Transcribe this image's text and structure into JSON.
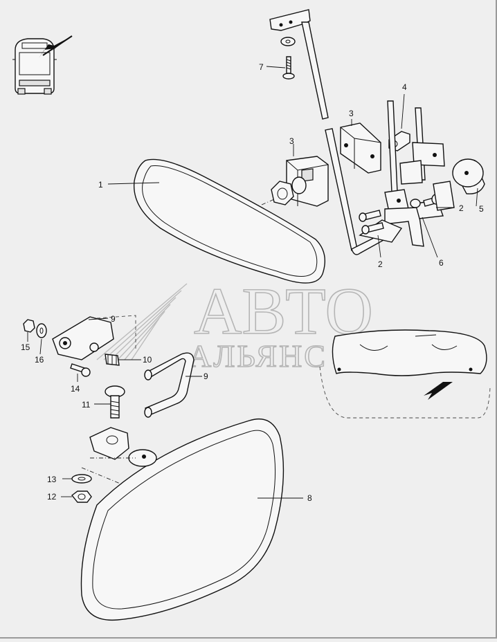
{
  "watermark": {
    "line1": "АВТО",
    "line2": "АЛЬЯНС"
  },
  "callouts": [
    {
      "id": "1",
      "text": "1"
    },
    {
      "id": "2a",
      "text": "2"
    },
    {
      "id": "2b",
      "text": "2"
    },
    {
      "id": "3a",
      "text": "3"
    },
    {
      "id": "3b",
      "text": "3"
    },
    {
      "id": "4",
      "text": "4"
    },
    {
      "id": "5",
      "text": "5"
    },
    {
      "id": "6",
      "text": "6"
    },
    {
      "id": "7",
      "text": "7"
    },
    {
      "id": "8",
      "text": "8"
    },
    {
      "id": "9a",
      "text": "9"
    },
    {
      "id": "9b",
      "text": "9"
    },
    {
      "id": "10",
      "text": "10"
    },
    {
      "id": "11",
      "text": "11"
    },
    {
      "id": "12",
      "text": "12"
    },
    {
      "id": "13",
      "text": "13"
    },
    {
      "id": "14",
      "text": "14"
    },
    {
      "id": "15",
      "text": "15"
    },
    {
      "id": "16",
      "text": "16"
    }
  ],
  "icons": {
    "bus_front": "bus-front-icon",
    "arrow": "direction-arrow-icon"
  }
}
